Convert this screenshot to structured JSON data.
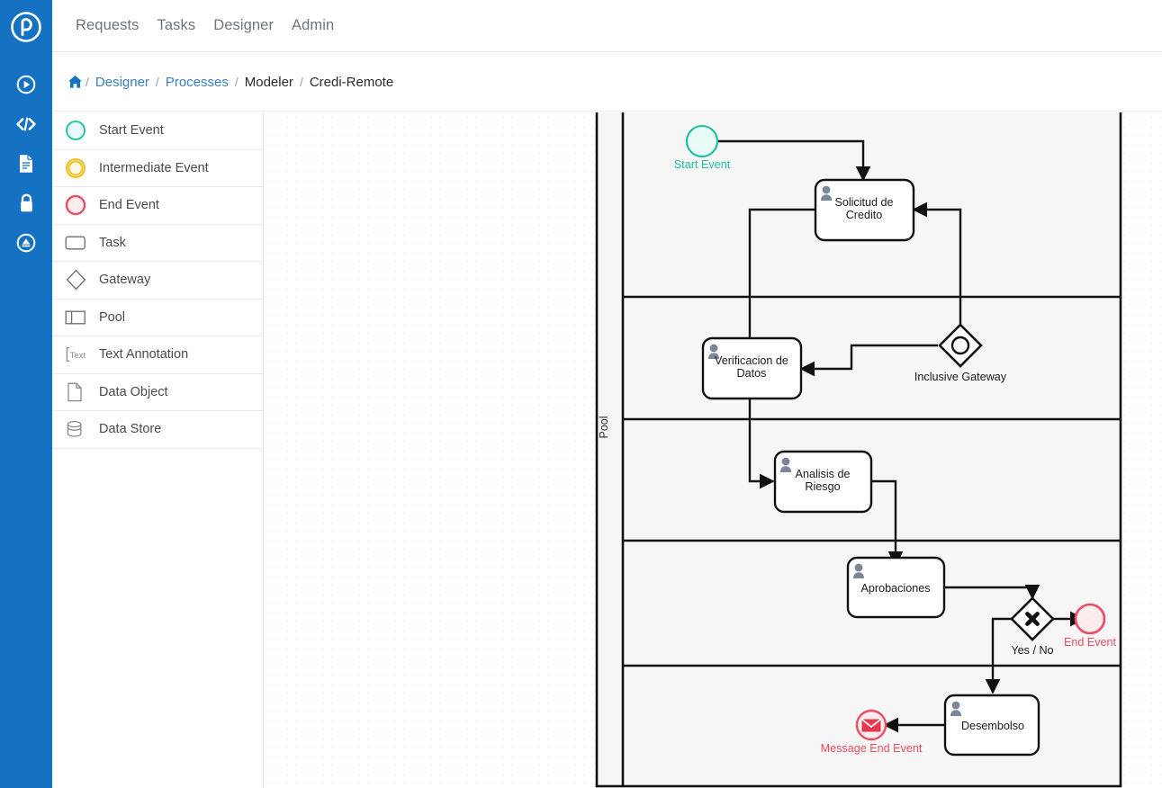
{
  "brand": {
    "logo_icon": "processmaker-logo-icon",
    "color": "#1572C2"
  },
  "rail": {
    "items": [
      {
        "icon": "play-circle-icon",
        "name": "requests"
      },
      {
        "icon": "code-icon",
        "name": "scripts"
      },
      {
        "icon": "document-icon",
        "name": "documents"
      },
      {
        "icon": "lock-icon",
        "name": "security"
      },
      {
        "icon": "arrow-up-circle-icon",
        "name": "deploy"
      }
    ]
  },
  "topnav": {
    "items": [
      "Requests",
      "Tasks",
      "Designer",
      "Admin"
    ]
  },
  "breadcrumb": {
    "home_icon": "home-icon",
    "separator": "/",
    "items": [
      {
        "label": "Designer",
        "link": true
      },
      {
        "label": "Processes",
        "link": true
      },
      {
        "label": "Modeler",
        "link": false
      },
      {
        "label": "Credi-Remote",
        "link": false
      }
    ]
  },
  "palette": {
    "items": [
      {
        "label": "Start Event",
        "icon": "start-event-icon"
      },
      {
        "label": "Intermediate Event",
        "icon": "intermediate-event-icon"
      },
      {
        "label": "End Event",
        "icon": "end-event-icon"
      },
      {
        "label": "Task",
        "icon": "task-icon"
      },
      {
        "label": "Gateway",
        "icon": "gateway-icon"
      },
      {
        "label": "Pool",
        "icon": "pool-icon"
      },
      {
        "label": "Text Annotation",
        "icon": "text-annotation-icon"
      },
      {
        "label": "Data Object",
        "icon": "data-object-icon"
      },
      {
        "label": "Data Store",
        "icon": "data-store-icon"
      }
    ]
  },
  "diagram": {
    "pool_label": "Pool",
    "colors": {
      "start_event": "#1DBE9C",
      "start_event_fill": "#E8FBF6",
      "end_event": "#ED4B63",
      "end_event_fill": "#FDEDEF",
      "message_fill": "#E8384F",
      "intermediate_event": "#F2B705",
      "shape_stroke": "#111111",
      "lane_fill": "#f6f6f6"
    },
    "nodes": [
      {
        "id": "start",
        "type": "start-event",
        "label": "Start Event"
      },
      {
        "id": "solicitud",
        "type": "user-task",
        "label": "Solicitud de Credito"
      },
      {
        "id": "verif",
        "type": "user-task",
        "label": "Verificacion de Datos"
      },
      {
        "id": "inclusive",
        "type": "inclusive-gateway",
        "label": "Inclusive Gateway"
      },
      {
        "id": "analisis",
        "type": "user-task",
        "label": "Analisis de Riesgo"
      },
      {
        "id": "aprob",
        "type": "user-task",
        "label": "Aprobaciones"
      },
      {
        "id": "exclusive",
        "type": "exclusive-gateway",
        "label": "Yes / No"
      },
      {
        "id": "end",
        "type": "end-event",
        "label": "End Event"
      },
      {
        "id": "desembolso",
        "type": "user-task",
        "label": "Desembolso"
      },
      {
        "id": "msgend",
        "type": "message-end-event",
        "label": "Message End Event"
      }
    ],
    "task_labels": {
      "solicitud_l1": "Solicitud de",
      "solicitud_l2": "Credito",
      "verif_l1": "Verificacion de",
      "verif_l2": "Datos",
      "analisis_l1": "Analisis de",
      "analisis_l2": "Riesgo",
      "aprob": "Aprobaciones",
      "desembolso": "Desembolso"
    }
  }
}
